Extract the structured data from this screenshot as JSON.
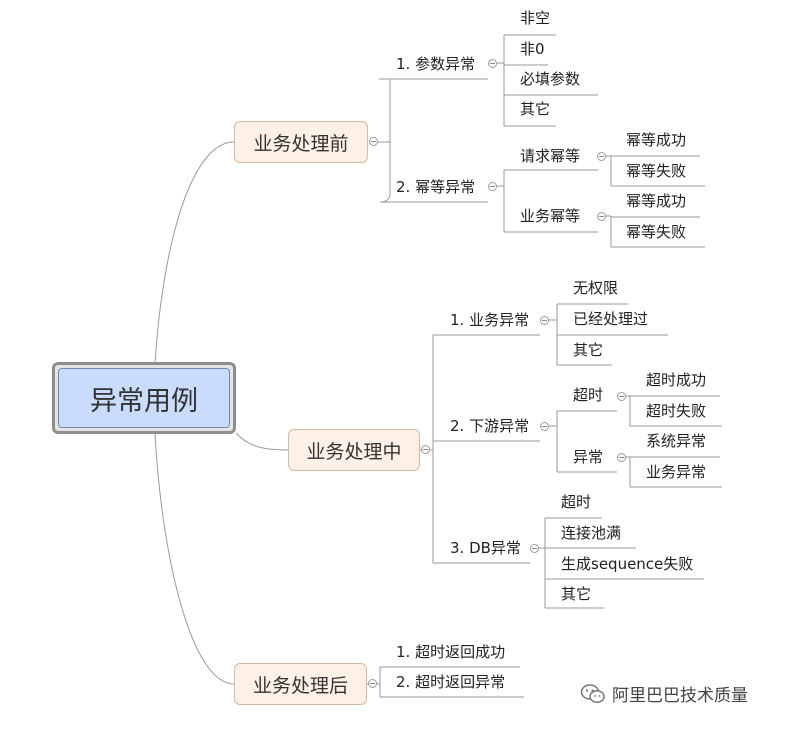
{
  "root": "异常用例",
  "before": {
    "title": "业务处理前",
    "param": {
      "label": "1. 参数异常",
      "items": [
        "非空",
        "非0",
        "必填参数",
        "其它"
      ]
    },
    "idem": {
      "label": "2. 幂等异常",
      "request": {
        "label": "请求幂等",
        "items": [
          "幂等成功",
          "幂等失败"
        ]
      },
      "business": {
        "label": "业务幂等",
        "items": [
          "幂等成功",
          "幂等失败"
        ]
      }
    }
  },
  "during": {
    "title": "业务处理中",
    "biz": {
      "label": "1. 业务异常",
      "items": [
        "无权限",
        "已经处理过",
        "其它"
      ]
    },
    "downstream": {
      "label": "2. 下游异常",
      "timeout": {
        "label": "超时",
        "items": [
          "超时成功",
          "超时失败"
        ]
      },
      "error": {
        "label": "异常",
        "items": [
          "系统异常",
          "业务异常"
        ]
      }
    },
    "db": {
      "label": "3. DB异常",
      "items": [
        "超时",
        "连接池满",
        "生成sequence失败",
        "其它"
      ]
    }
  },
  "after": {
    "title": "业务处理后",
    "items": [
      "1. 超时返回成功",
      "2. 超时返回异常"
    ]
  },
  "brand": {
    "text": "阿里巴巴技术质量",
    "icon": "wechat-icon"
  },
  "colors": {
    "line": "#9a9a9a",
    "root_fill": "#c9dcfb",
    "main_fill": "#fdf1e7",
    "main_border": "#d9b8a0"
  }
}
